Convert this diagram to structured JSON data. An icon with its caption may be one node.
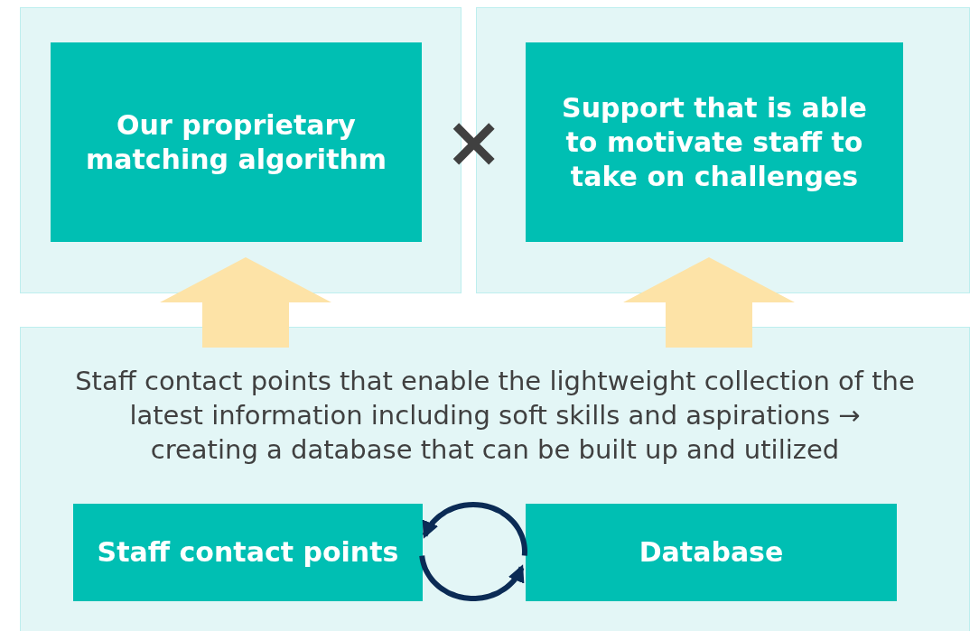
{
  "diagram": {
    "nodes": [
      {
        "text": [],
        "shape": "box"
      },
      {
        "text": [
          "Our proprietary matching algorithm"
        ],
        "in": 0
      },
      {
        "text": [],
        "shape": "box"
      },
      {
        "text": [
          "Support that is able to motivate staff to take on challenges"
        ],
        "in": 2
      },
      {
        "text": [
          "Staff contact points that enable the lightweight collection of the latest information including soft skills and aspirations → creating a database that can be built up and utilized"
        ]
      },
      {
        "text": [
          "Staff contact points"
        ],
        "in": 4
      },
      {
        "text": [
          "Database"
        ],
        "in": 4
      }
    ],
    "edges": [
      {
        "from": 4,
        "to": 0,
        "arrow": "to",
        "style": "thick",
        "color": "#fde3a7"
      },
      {
        "from": 4,
        "to": 2,
        "arrow": "to",
        "style": "thick",
        "color": "#fde3a7"
      },
      {
        "from": 6,
        "to": 5,
        "arrow": "to"
      },
      {
        "from": 5,
        "to": 6,
        "arrow": "to"
      }
    ],
    "labels": [
      "×"
    ]
  }
}
